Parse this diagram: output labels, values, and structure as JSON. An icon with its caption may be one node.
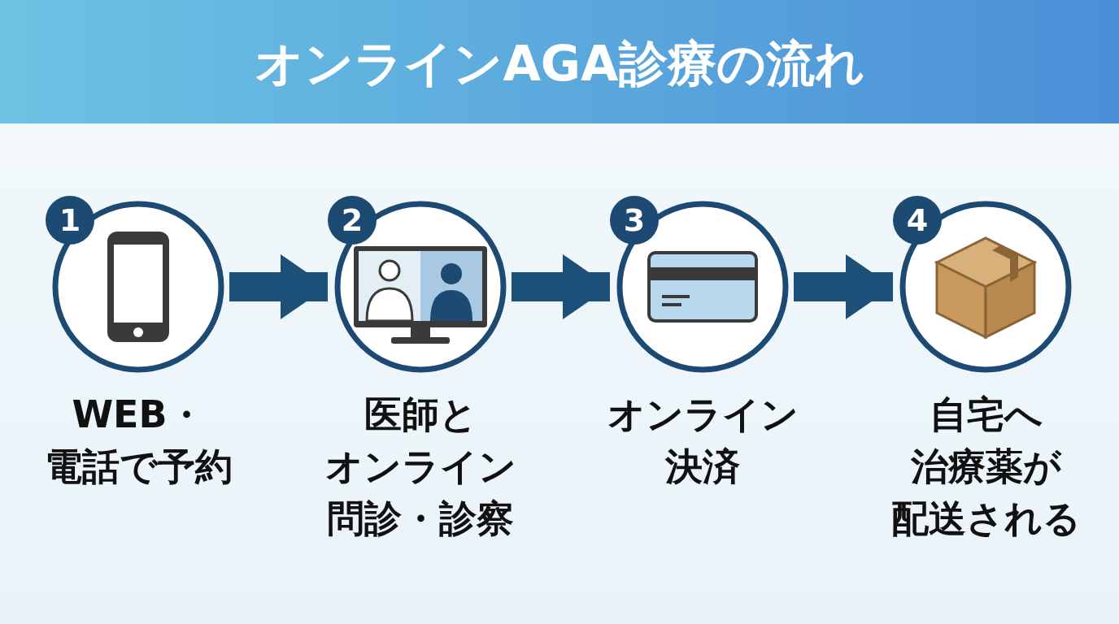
{
  "diagram": {
    "title": "オンラインAGA診療の流れ",
    "nodes": [
      {
        "text": [
          "1",
          "WEB・電話で予約"
        ]
      },
      {
        "text": [
          "2",
          "医師とオンライン問診・診察"
        ]
      },
      {
        "text": [
          "3",
          "オンライン決済"
        ]
      },
      {
        "text": [
          "4",
          "自宅へ治療薬が配送される"
        ]
      }
    ],
    "edges": [
      {
        "from": 0,
        "to": 1,
        "arrow": "to"
      },
      {
        "from": 1,
        "to": 2,
        "arrow": "to"
      },
      {
        "from": 2,
        "to": 3,
        "arrow": "to"
      }
    ]
  }
}
